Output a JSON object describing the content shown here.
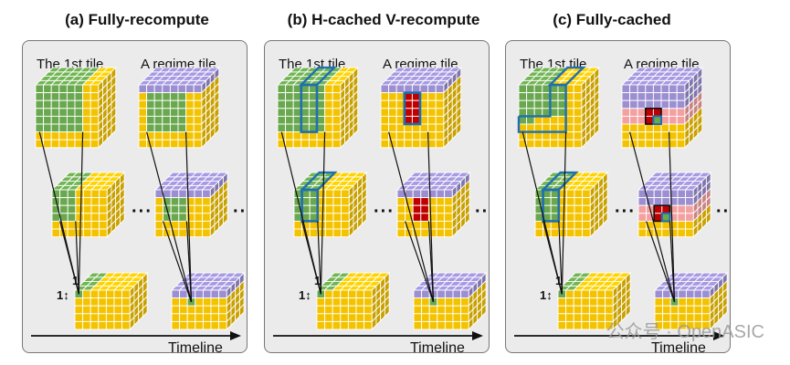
{
  "panels": [
    {
      "id": "a",
      "title": "(a) Fully-recompute",
      "left_label": "The 1st tile",
      "right_label": "A regime tile",
      "timeline_label": "Timeline",
      "dim_label_top": "1",
      "dim_label_left": "1↕",
      "mode": "recompute"
    },
    {
      "id": "b",
      "title": "(b) H-cached V-recompute",
      "left_label": "The 1st tile",
      "right_label": "A regime tile",
      "timeline_label": "Timeline",
      "dim_label_top": "1",
      "dim_label_left": "1↕",
      "mode": "hcached"
    },
    {
      "id": "c",
      "title": "(c) Fully-cached",
      "left_label": "The 1st tile",
      "right_label": "A regime tile",
      "timeline_label": "Timeline",
      "dim_label_top": "1",
      "dim_label_left": "1↕",
      "mode": "cached"
    }
  ],
  "ellipsis": "···",
  "watermark": "公众号 · OpenASIC",
  "colors": {
    "green": "#6aa84f",
    "yellow": "#f4c300",
    "purple": "#9b8fd1",
    "red": "#c00000",
    "pink": "#f4a0a0",
    "blue": "#1f6fb2",
    "grid": "#ffffff"
  }
}
